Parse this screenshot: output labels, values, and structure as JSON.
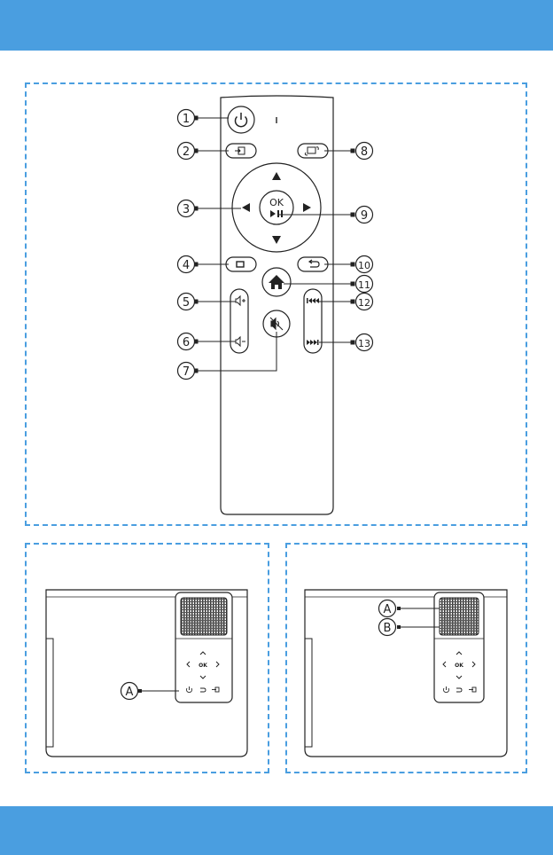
{
  "colors": {
    "band": "#4a9ee0",
    "dash": "#4a9ee0",
    "ink": "#222222"
  },
  "remote": {
    "ok_label": "OK",
    "callouts": [
      "1",
      "2",
      "3",
      "4",
      "5",
      "6",
      "7",
      "8",
      "9",
      "10",
      "11",
      "12",
      "13"
    ],
    "icons": {
      "1": "power-icon",
      "2": "source-input-icon",
      "3": "direction-pad",
      "4": "menu-icon",
      "5": "volume-up-icon",
      "6": "volume-down-icon",
      "7": "mute-icon",
      "8": "rotate-screen-icon",
      "9": "ok-play-pause-button",
      "10": "back-icon",
      "11": "home-icon",
      "12": "previous-track-icon",
      "13": "next-track-icon"
    }
  },
  "projector_left": {
    "ok_label": "OK",
    "callouts": [
      "A"
    ]
  },
  "projector_right": {
    "ok_label": "OK",
    "callouts": [
      "A",
      "B"
    ]
  }
}
